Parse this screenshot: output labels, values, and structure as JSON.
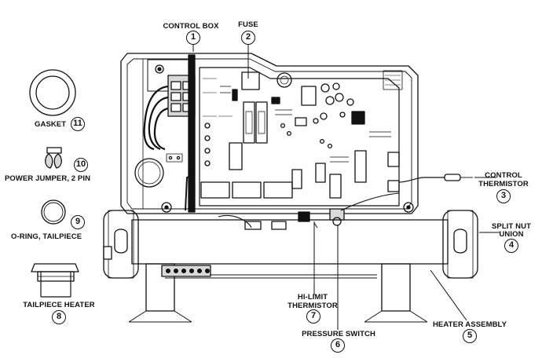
{
  "callouts": [
    {
      "id": "control-box",
      "number": "1",
      "label": "CONTROL BOX"
    },
    {
      "id": "fuse",
      "number": "2",
      "label": "FUSE"
    },
    {
      "id": "control-thermistor",
      "number": "3",
      "label_lines": [
        "CONTROL",
        "THERMISTOR"
      ]
    },
    {
      "id": "split-nut-union",
      "number": "4",
      "label_lines": [
        "SPLIT NUT",
        "UNION"
      ]
    },
    {
      "id": "heater-assembly",
      "number": "5",
      "label": "HEATER ASSEMBLY"
    },
    {
      "id": "pressure-switch",
      "number": "6",
      "label": "PRESSURE SWITCH"
    },
    {
      "id": "hi-limit-thermistor",
      "number": "7",
      "label_lines": [
        "HI-LIMIT",
        "THERMISTOR"
      ]
    },
    {
      "id": "tailpiece-heater",
      "number": "8",
      "label": "TAILPIECE HEATER"
    },
    {
      "id": "o-ring-tailpiece",
      "number": "9",
      "label": "O-RING, TAILPIECE"
    },
    {
      "id": "power-jumper",
      "number": "10",
      "label": "POWER JUMPER, 2 PIN"
    },
    {
      "id": "gasket",
      "number": "11",
      "label": "GASKET"
    }
  ],
  "colors": {
    "line": "#111111",
    "fill": "#ffffff",
    "shade": "#d9d9d9"
  }
}
